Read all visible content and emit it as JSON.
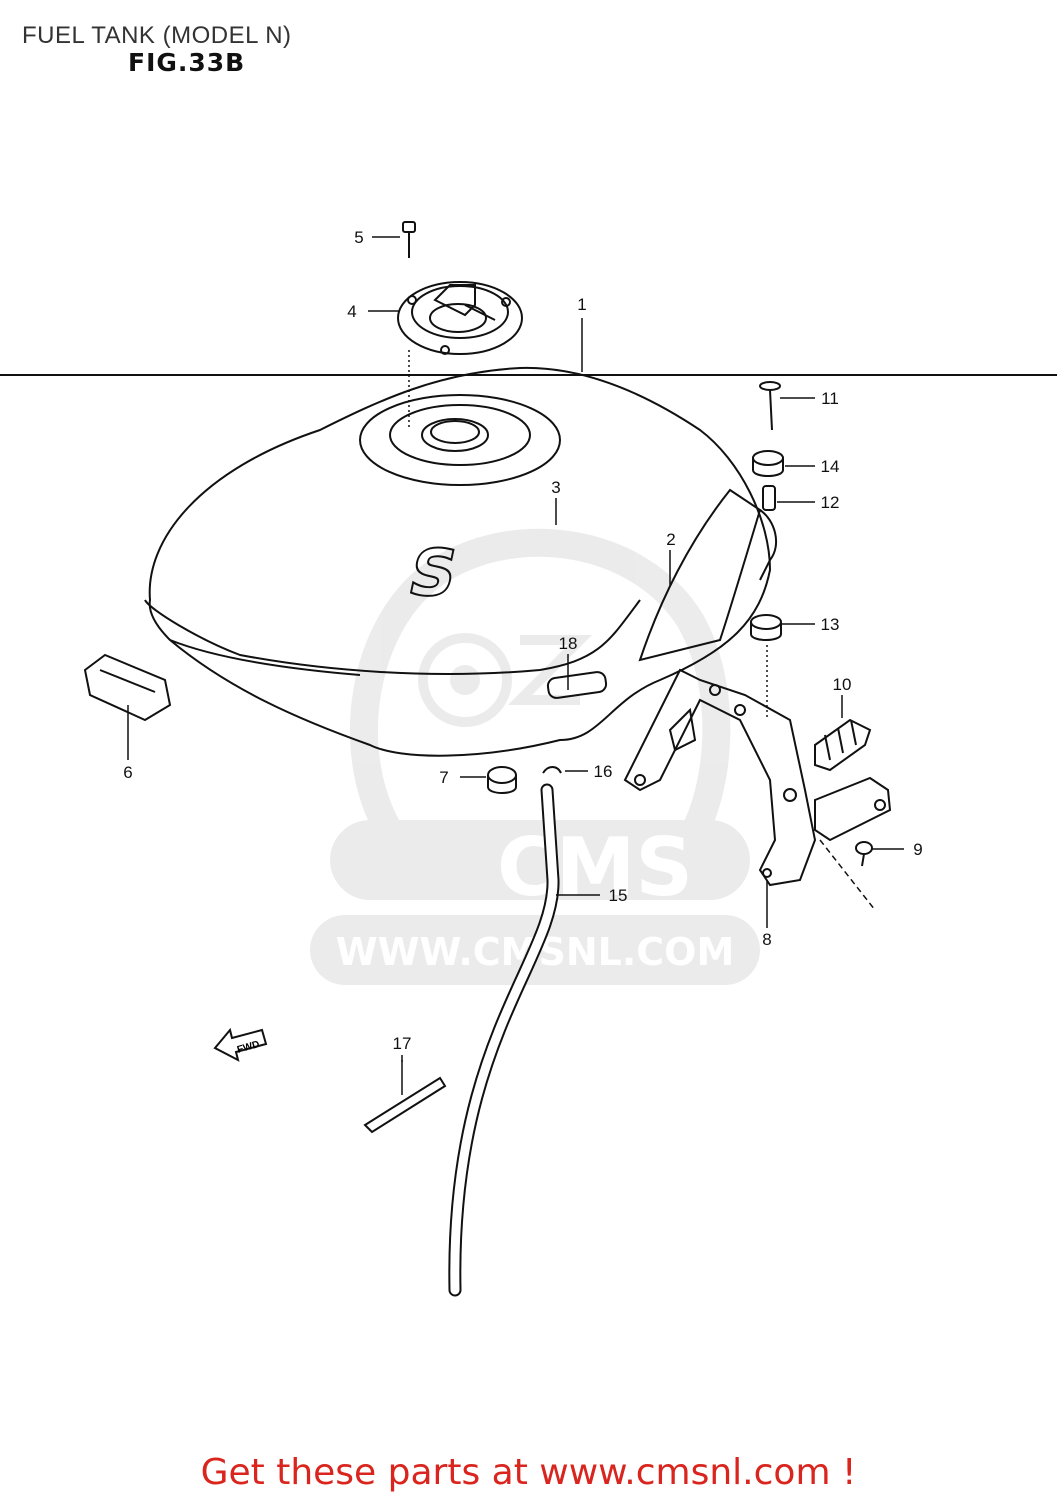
{
  "header": {
    "title": "FUEL TANK (MODEL N)",
    "figure": "FIG.33B"
  },
  "watermark": {
    "logo_text": "CMS",
    "url_text": "WWW.CMSNL.COM"
  },
  "direction_label": "FWD",
  "tank_emblem": "S",
  "callouts": [
    "1",
    "2",
    "3",
    "4",
    "5",
    "6",
    "7",
    "8",
    "9",
    "10",
    "11",
    "12",
    "13",
    "14",
    "15",
    "16",
    "17",
    "18"
  ],
  "footer": {
    "text": "Get these parts at www.cmsnl.com !",
    "color": "#d9251d"
  }
}
